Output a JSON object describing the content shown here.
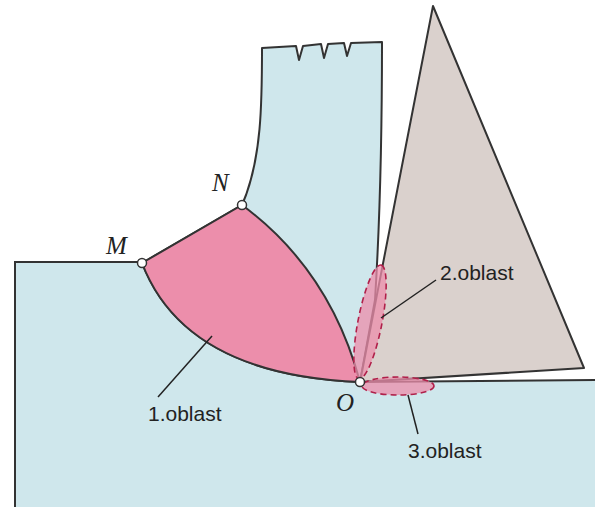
{
  "diagram": {
    "labels": [
      "M",
      "N",
      "O",
      "1.oblast",
      "2.oblast",
      "3.oblast"
    ]
  }
}
